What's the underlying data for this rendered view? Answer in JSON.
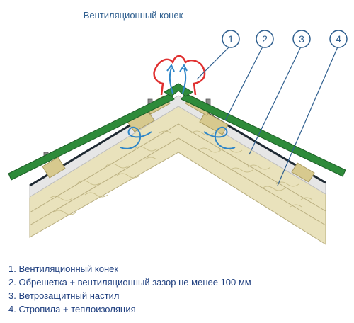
{
  "title": "Вентиляционный конек",
  "callouts": [
    "1",
    "2",
    "3",
    "4"
  ],
  "legend": [
    "1. Вентиляционный конек",
    "2. Обрешетка + вентиляционный зазор не менее 100 мм",
    "3. Ветрозащитный настил",
    "4. Стропила + теплоизоляция"
  ],
  "colors": {
    "roofing": "#2e8b3a",
    "ridge_vent": "#e03030",
    "air_flow": "#2f86c8",
    "membrane": "#1f2a33",
    "insulation": "#e9e2bc",
    "batten": "#d7c98e",
    "wind_board": "#e6e6e6",
    "callout_line": "#2f5f8f"
  }
}
